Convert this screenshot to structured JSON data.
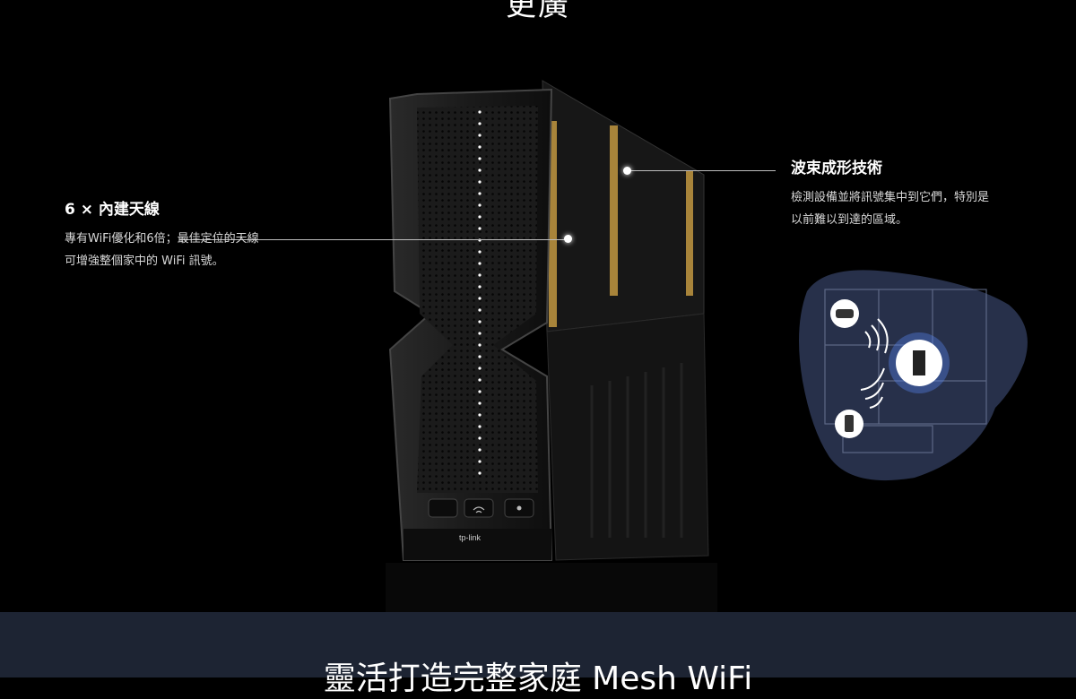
{
  "header": {
    "title_partial": "更廣"
  },
  "features": {
    "antenna": {
      "title": "6 × 內建天線",
      "line1": "專有WiFi優化和6倍；最佳定位的天線",
      "line2": "可增強整個家中的 WiFi 訊號。"
    },
    "beamforming": {
      "title": "波束成形技術",
      "line1": "檢測設備並將訊號集中到它們，特別是",
      "line2": "以前難以到達的區域。"
    }
  },
  "product": {
    "brand": "tp-link"
  },
  "section2": {
    "title_partial": "靈活打造完整家庭 Mesh WiFi"
  },
  "colors": {
    "background": "#000000",
    "band": "#1d2433",
    "accent_gold": "#a8843a",
    "map_bg": "#2a3350"
  }
}
